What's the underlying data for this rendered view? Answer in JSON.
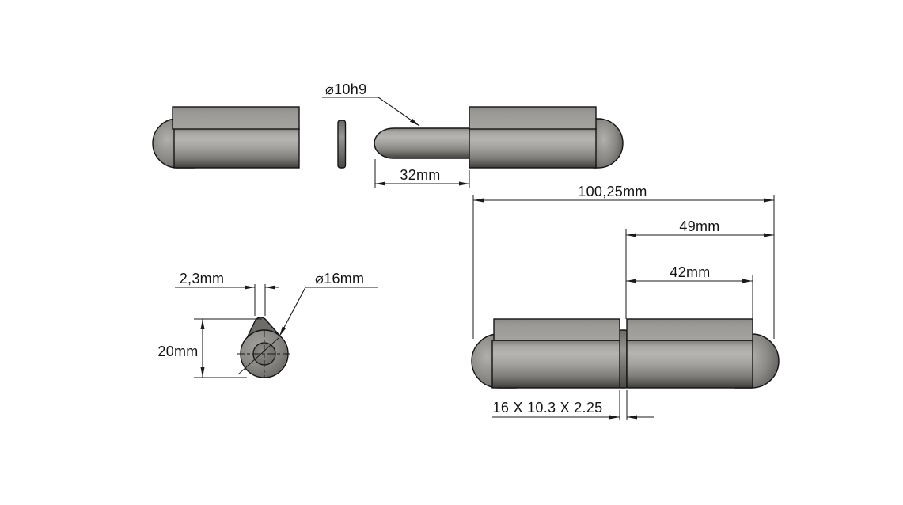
{
  "drawing": {
    "background": "#ffffff",
    "edge_color": "#141414",
    "metal_colors": {
      "light": "#b7b5b1",
      "mid": "#a09e9a",
      "dark": "#3e3c3a"
    },
    "views": {
      "exploded": {
        "dimensions": {
          "pin_diameter": "⌀10h9",
          "pin_length": "32mm"
        }
      },
      "assembled": {
        "dimensions": {
          "overall_length": "100,25mm",
          "pin_side_length": "49mm",
          "leaf_length": "42mm",
          "washer_spec": "16 X 10.3 X 2.25"
        }
      },
      "end_view": {
        "dimensions": {
          "tip_width": "2,3mm",
          "knuckle_diameter": "⌀16mm",
          "knuckle_height": "20mm"
        }
      }
    }
  }
}
